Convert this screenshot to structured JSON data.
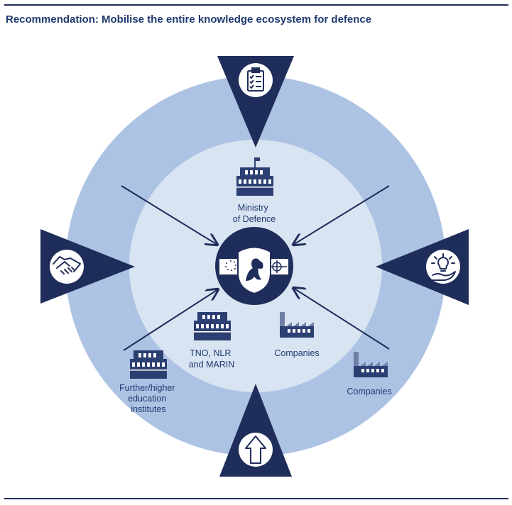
{
  "title": "Recommendation: Mobilise the entire knowledge ecosystem for defence",
  "nodes": {
    "ministry": [
      "Ministry",
      "of Defence"
    ],
    "tno": [
      "TNO, NLR",
      "and MARIN"
    ],
    "companies_inner": [
      "Companies"
    ],
    "companies_outer": [
      "Companies"
    ],
    "education": [
      "Further/higher",
      "education",
      "institutes"
    ]
  },
  "colors": {
    "navy": "#1f2d5a",
    "outer_ring": "#adc3e3",
    "inner_circle": "#d9e4f2",
    "text": "#1f3a70"
  },
  "icons": {
    "top_triangle": "clipboard-checklist-icon",
    "left_triangle": "handshake-icon",
    "right_triangle": "lightbulb-hand-icon",
    "bottom_triangle": "upward-arrow-icon",
    "center": "shield-lion-emblem-icon"
  }
}
